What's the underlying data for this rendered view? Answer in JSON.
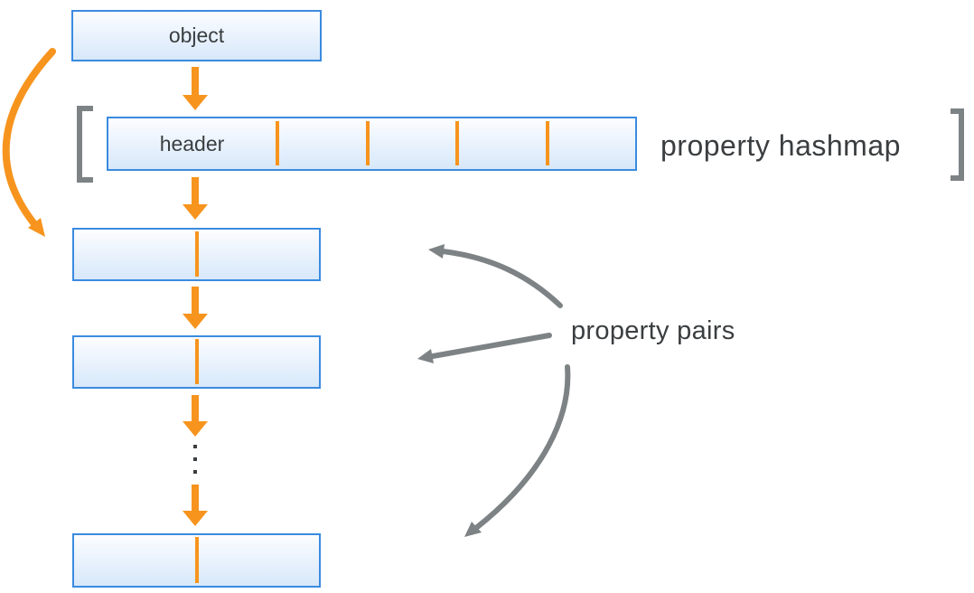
{
  "colors": {
    "orange": "#F7941E",
    "box_border": "#3A8BE0",
    "box_fill_top": "#FCFDFF",
    "box_fill_bottom": "#D7E8FA",
    "gray": "#7D8285",
    "text": "#3B3E40"
  },
  "object_box": {
    "label": "object"
  },
  "hashmap": {
    "header_label": "header",
    "annotation": "property hashmap",
    "slot_count": 5
  },
  "property_pairs": {
    "annotation": "property pairs",
    "box_count": 3,
    "ellipsis_dot_count": 3
  }
}
